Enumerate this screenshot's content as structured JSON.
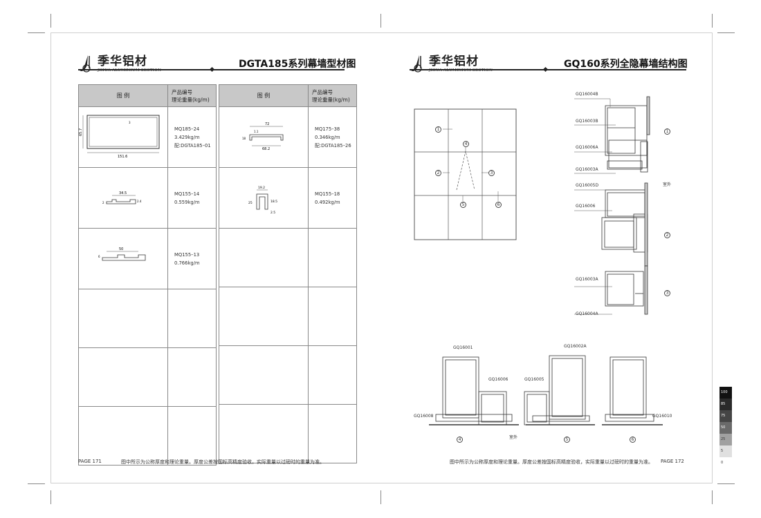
{
  "left_page": {
    "logo": {
      "name": "季华铝材",
      "sub": "JIHUA ALUMINIUM SECTION"
    },
    "title": "DGTA185系列幕墙型材图",
    "table_left": {
      "header_figure": "图 例",
      "header_info_line1": "产品编号",
      "header_info_line2": "理论重量(kg/m)",
      "rows": [
        {
          "line1": "MQ185–24",
          "line2": "3.429kg/m",
          "line3": "配:DGTA185–01",
          "dims": [
            "65.7",
            "151.6",
            "3"
          ]
        },
        {
          "line1": "MQ155–14",
          "line2": "0.559kg/m",
          "line3": "",
          "dims": [
            "34.5",
            "2",
            "2.4"
          ]
        },
        {
          "line1": "MQ155–13",
          "line2": "0.766kg/m",
          "line3": "",
          "dims": [
            "50",
            "6"
          ]
        },
        {
          "line1": "",
          "line2": "",
          "line3": ""
        },
        {
          "line1": "",
          "line2": "",
          "line3": ""
        },
        {
          "line1": "",
          "line2": "",
          "line3": ""
        }
      ]
    },
    "table_right": {
      "header_figure": "图 例",
      "header_info_line1": "产品编号",
      "header_info_line2": "理论重量(kg/m)",
      "rows": [
        {
          "line1": "MQ175–38",
          "line2": "0.346kg/m",
          "line3": "配:DGTA185–26",
          "dims": [
            "72",
            "1.1",
            "18",
            "68.2"
          ]
        },
        {
          "line1": "MQ155–18",
          "line2": "0.492kg/m",
          "line3": "",
          "dims": [
            "19.2",
            "25",
            "18.5",
            "2.5"
          ]
        },
        {
          "line1": "",
          "line2": "",
          "line3": ""
        },
        {
          "line1": "",
          "line2": "",
          "line3": ""
        },
        {
          "line1": "",
          "line2": "",
          "line3": ""
        },
        {
          "line1": "",
          "line2": "",
          "line3": ""
        }
      ]
    },
    "page_no": "PAGE 171",
    "footnote": "图中所示为公称厚度和理论重量。厚度公差按国标高精度验收，实际重量以过磅时的重量为准。"
  },
  "right_page": {
    "logo": {
      "name": "季华铝材",
      "sub": "JIHUA ALUMINIUM SECTION"
    },
    "title": "GQ160系列全隐幕墙结构图",
    "grid_markers": [
      "1",
      "2",
      "3",
      "4",
      "5",
      "6"
    ],
    "vertical_labels": [
      "GQ16004B",
      "GQ16003B",
      "GQ16006A",
      "GQ16003A",
      "GQ16005D",
      "GQ16006",
      "GQ16003A",
      "GQ16004A"
    ],
    "vertical_markers": [
      "1",
      "2",
      "3"
    ],
    "outside_label": "室外",
    "bottom_labels": [
      "GQ16001",
      "GQ16006",
      "GQ16008",
      "GQ16002A",
      "GQ16005",
      "GQ16010"
    ],
    "bottom_markers": [
      "4",
      "5",
      "6"
    ],
    "page_no": "PAGE 172",
    "footnote": "图中所示为公称厚度和理论重量。厚度公差按国标高精度验收，实际重量以过磅时的重量为准。"
  },
  "swatches": [
    {
      "label": "100",
      "color": "#111111"
    },
    {
      "label": "85",
      "color": "#2a2a2a"
    },
    {
      "label": "75",
      "color": "#454545"
    },
    {
      "label": "50",
      "color": "#6a6a6a"
    },
    {
      "label": "25",
      "color": "#a0a0a0"
    },
    {
      "label": "5",
      "color": "#e0e0e0"
    },
    {
      "label": "0",
      "color": "#ffffff"
    }
  ]
}
